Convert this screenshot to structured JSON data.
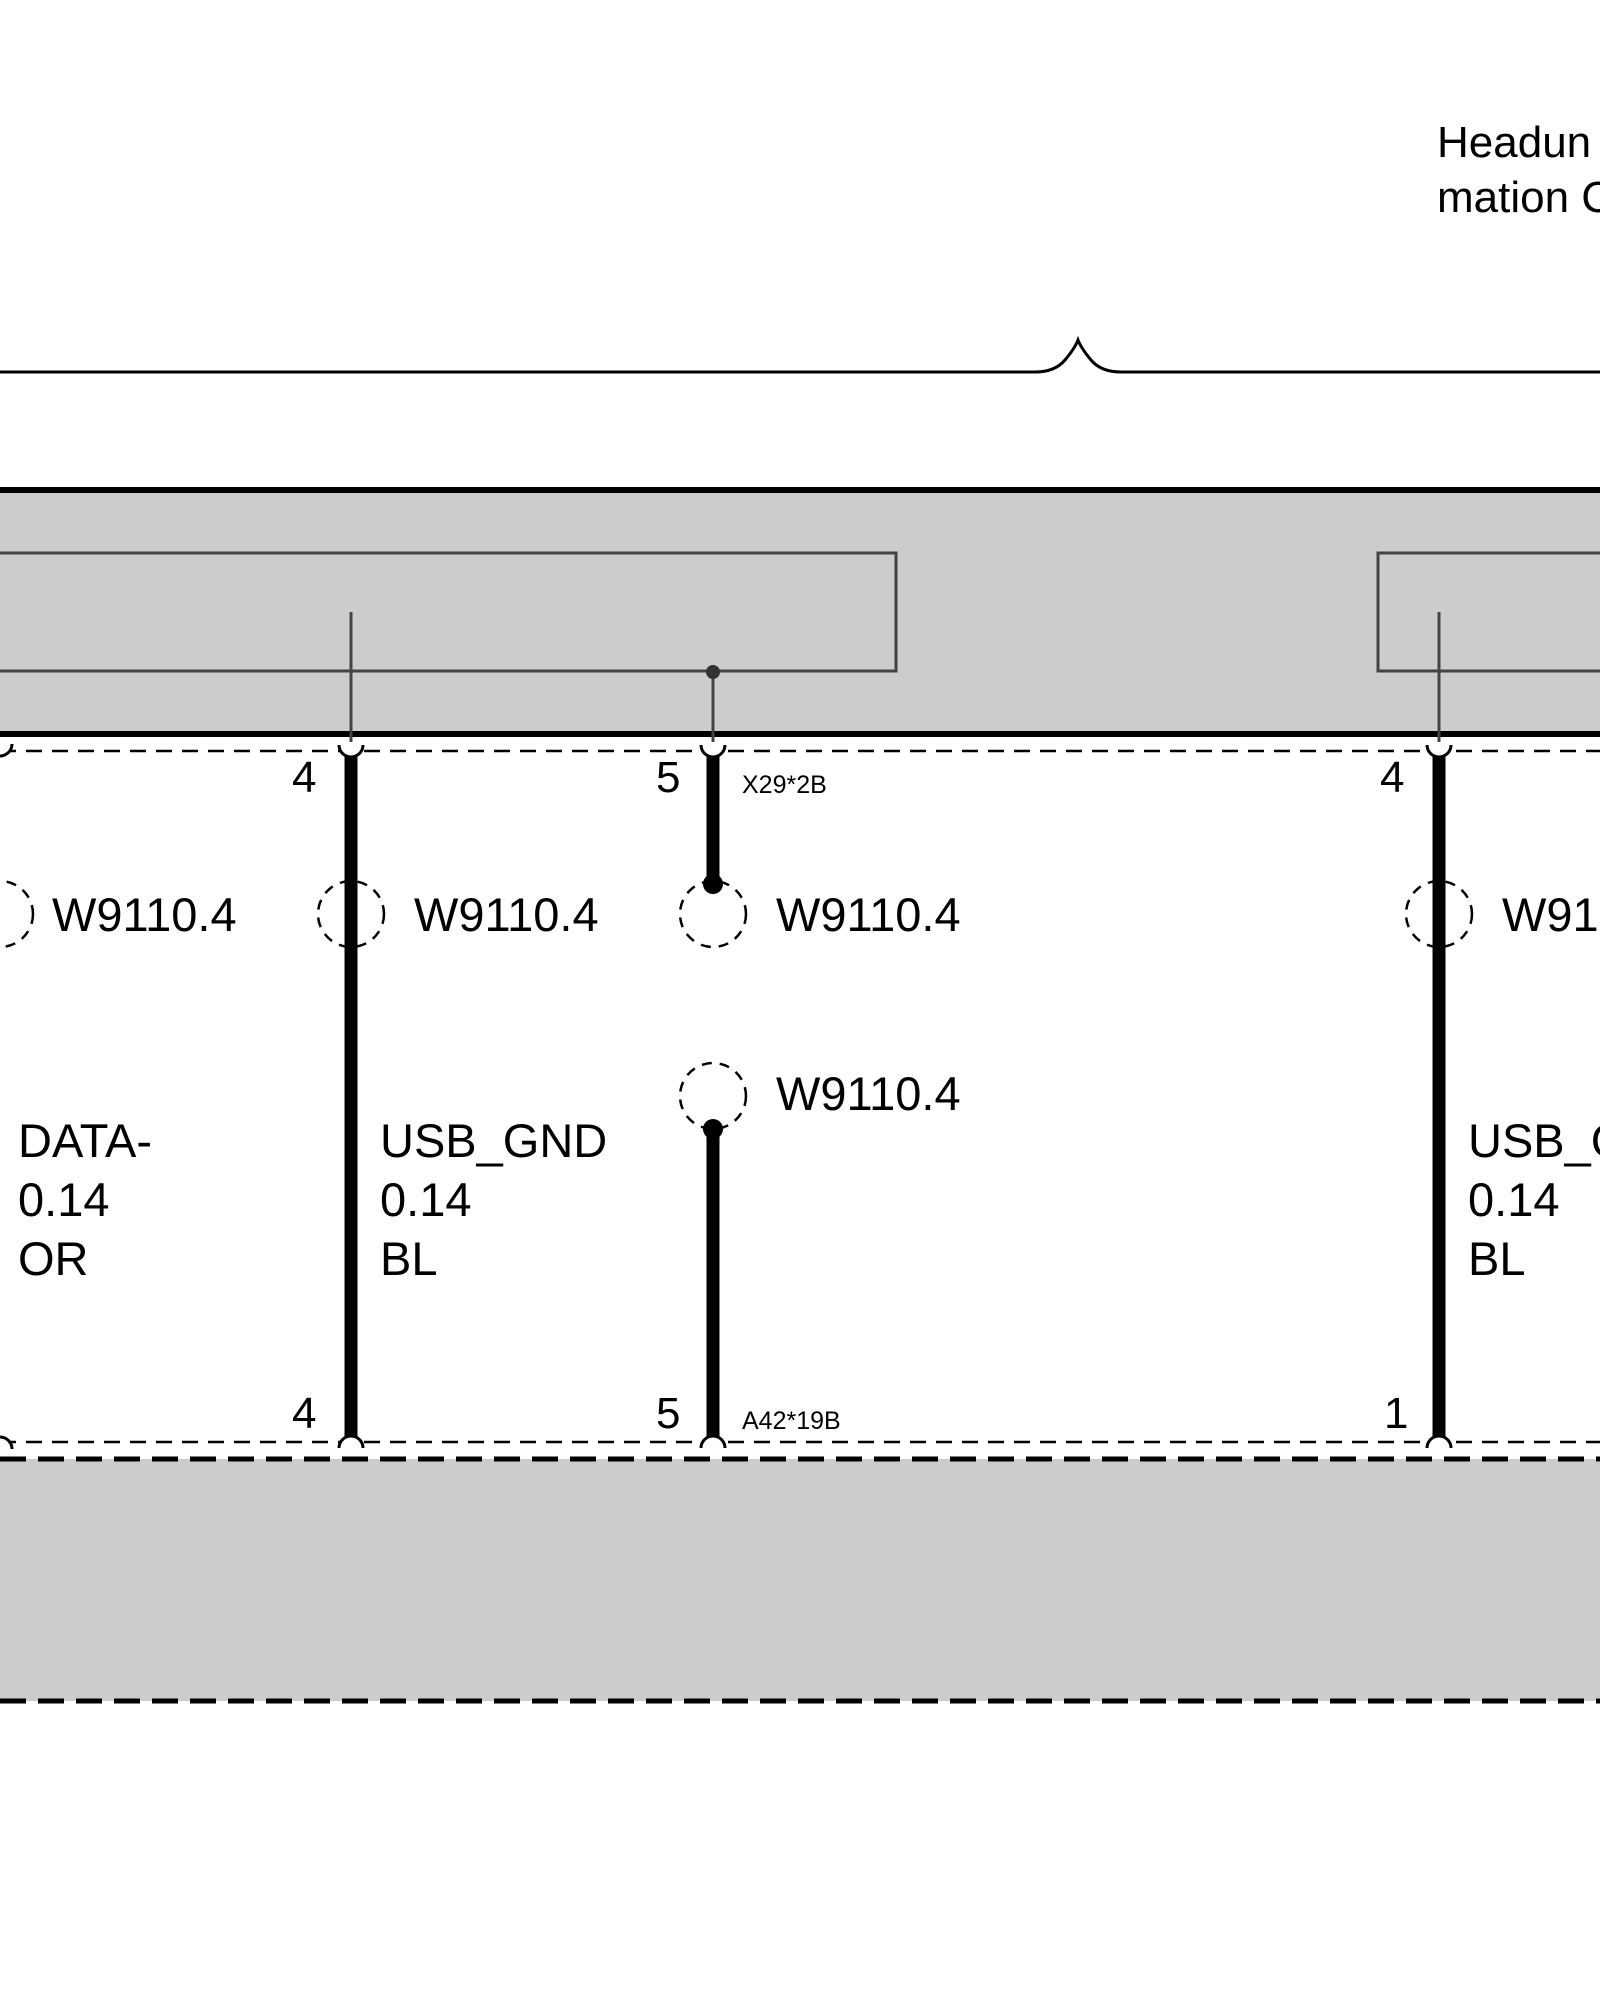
{
  "header_label": {
    "line1": "Headun",
    "line2": "mation C"
  },
  "colors": {
    "module_fill": "#cccccc",
    "stroke": "#000000",
    "inner_stroke": "#444444",
    "background": "#ffffff"
  },
  "wires": [
    {
      "id": "data-minus",
      "top_pin": "",
      "bottom_pin": "",
      "harness_label": "W9110.4",
      "signal": "DATA-",
      "gauge": "0.14",
      "color_code": "OR"
    },
    {
      "id": "usb-gnd",
      "top_pin": "4",
      "bottom_pin": "4",
      "harness_label": "W9110.4",
      "signal": "USB_GND",
      "gauge": "0.14",
      "color_code": "BL"
    },
    {
      "id": "pin5",
      "top_pin": "5",
      "bottom_pin": "5",
      "top_connector": "X29*2B",
      "bottom_connector": "A42*19B",
      "harness_label_top": "W9110.4",
      "harness_label_bottom": "W9110.4"
    },
    {
      "id": "usb-g-right",
      "top_pin": "4",
      "bottom_pin": "1",
      "harness_label": "W91",
      "signal": "USB_G",
      "gauge": "0.14",
      "color_code": "BL"
    }
  ]
}
